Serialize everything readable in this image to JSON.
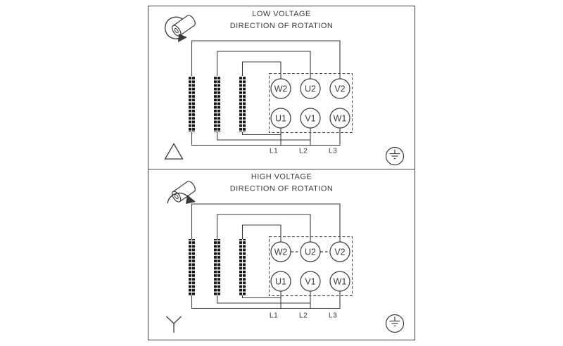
{
  "panels": [
    {
      "title": "LOW VOLTAGE",
      "subtitle": "DIRECTION OF ROTATION",
      "connection": "delta",
      "terminals_top": [
        "W2",
        "U2",
        "V2"
      ],
      "terminals_bottom": [
        "U1",
        "V1",
        "W1"
      ],
      "supply_lines": [
        "L1",
        "L2",
        "L3"
      ]
    },
    {
      "title": "HIGH VOLTAGE",
      "subtitle": "DIRECTION OF ROTATION",
      "connection": "wye",
      "terminals_top": [
        "W2",
        "U2",
        "V2"
      ],
      "terminals_bottom": [
        "U1",
        "V1",
        "W1"
      ],
      "supply_lines": [
        "L1",
        "L2",
        "L3"
      ]
    }
  ],
  "colors": {
    "line": "#3b3b3b",
    "terminal_block": "#161616",
    "background": "#ffffff"
  }
}
